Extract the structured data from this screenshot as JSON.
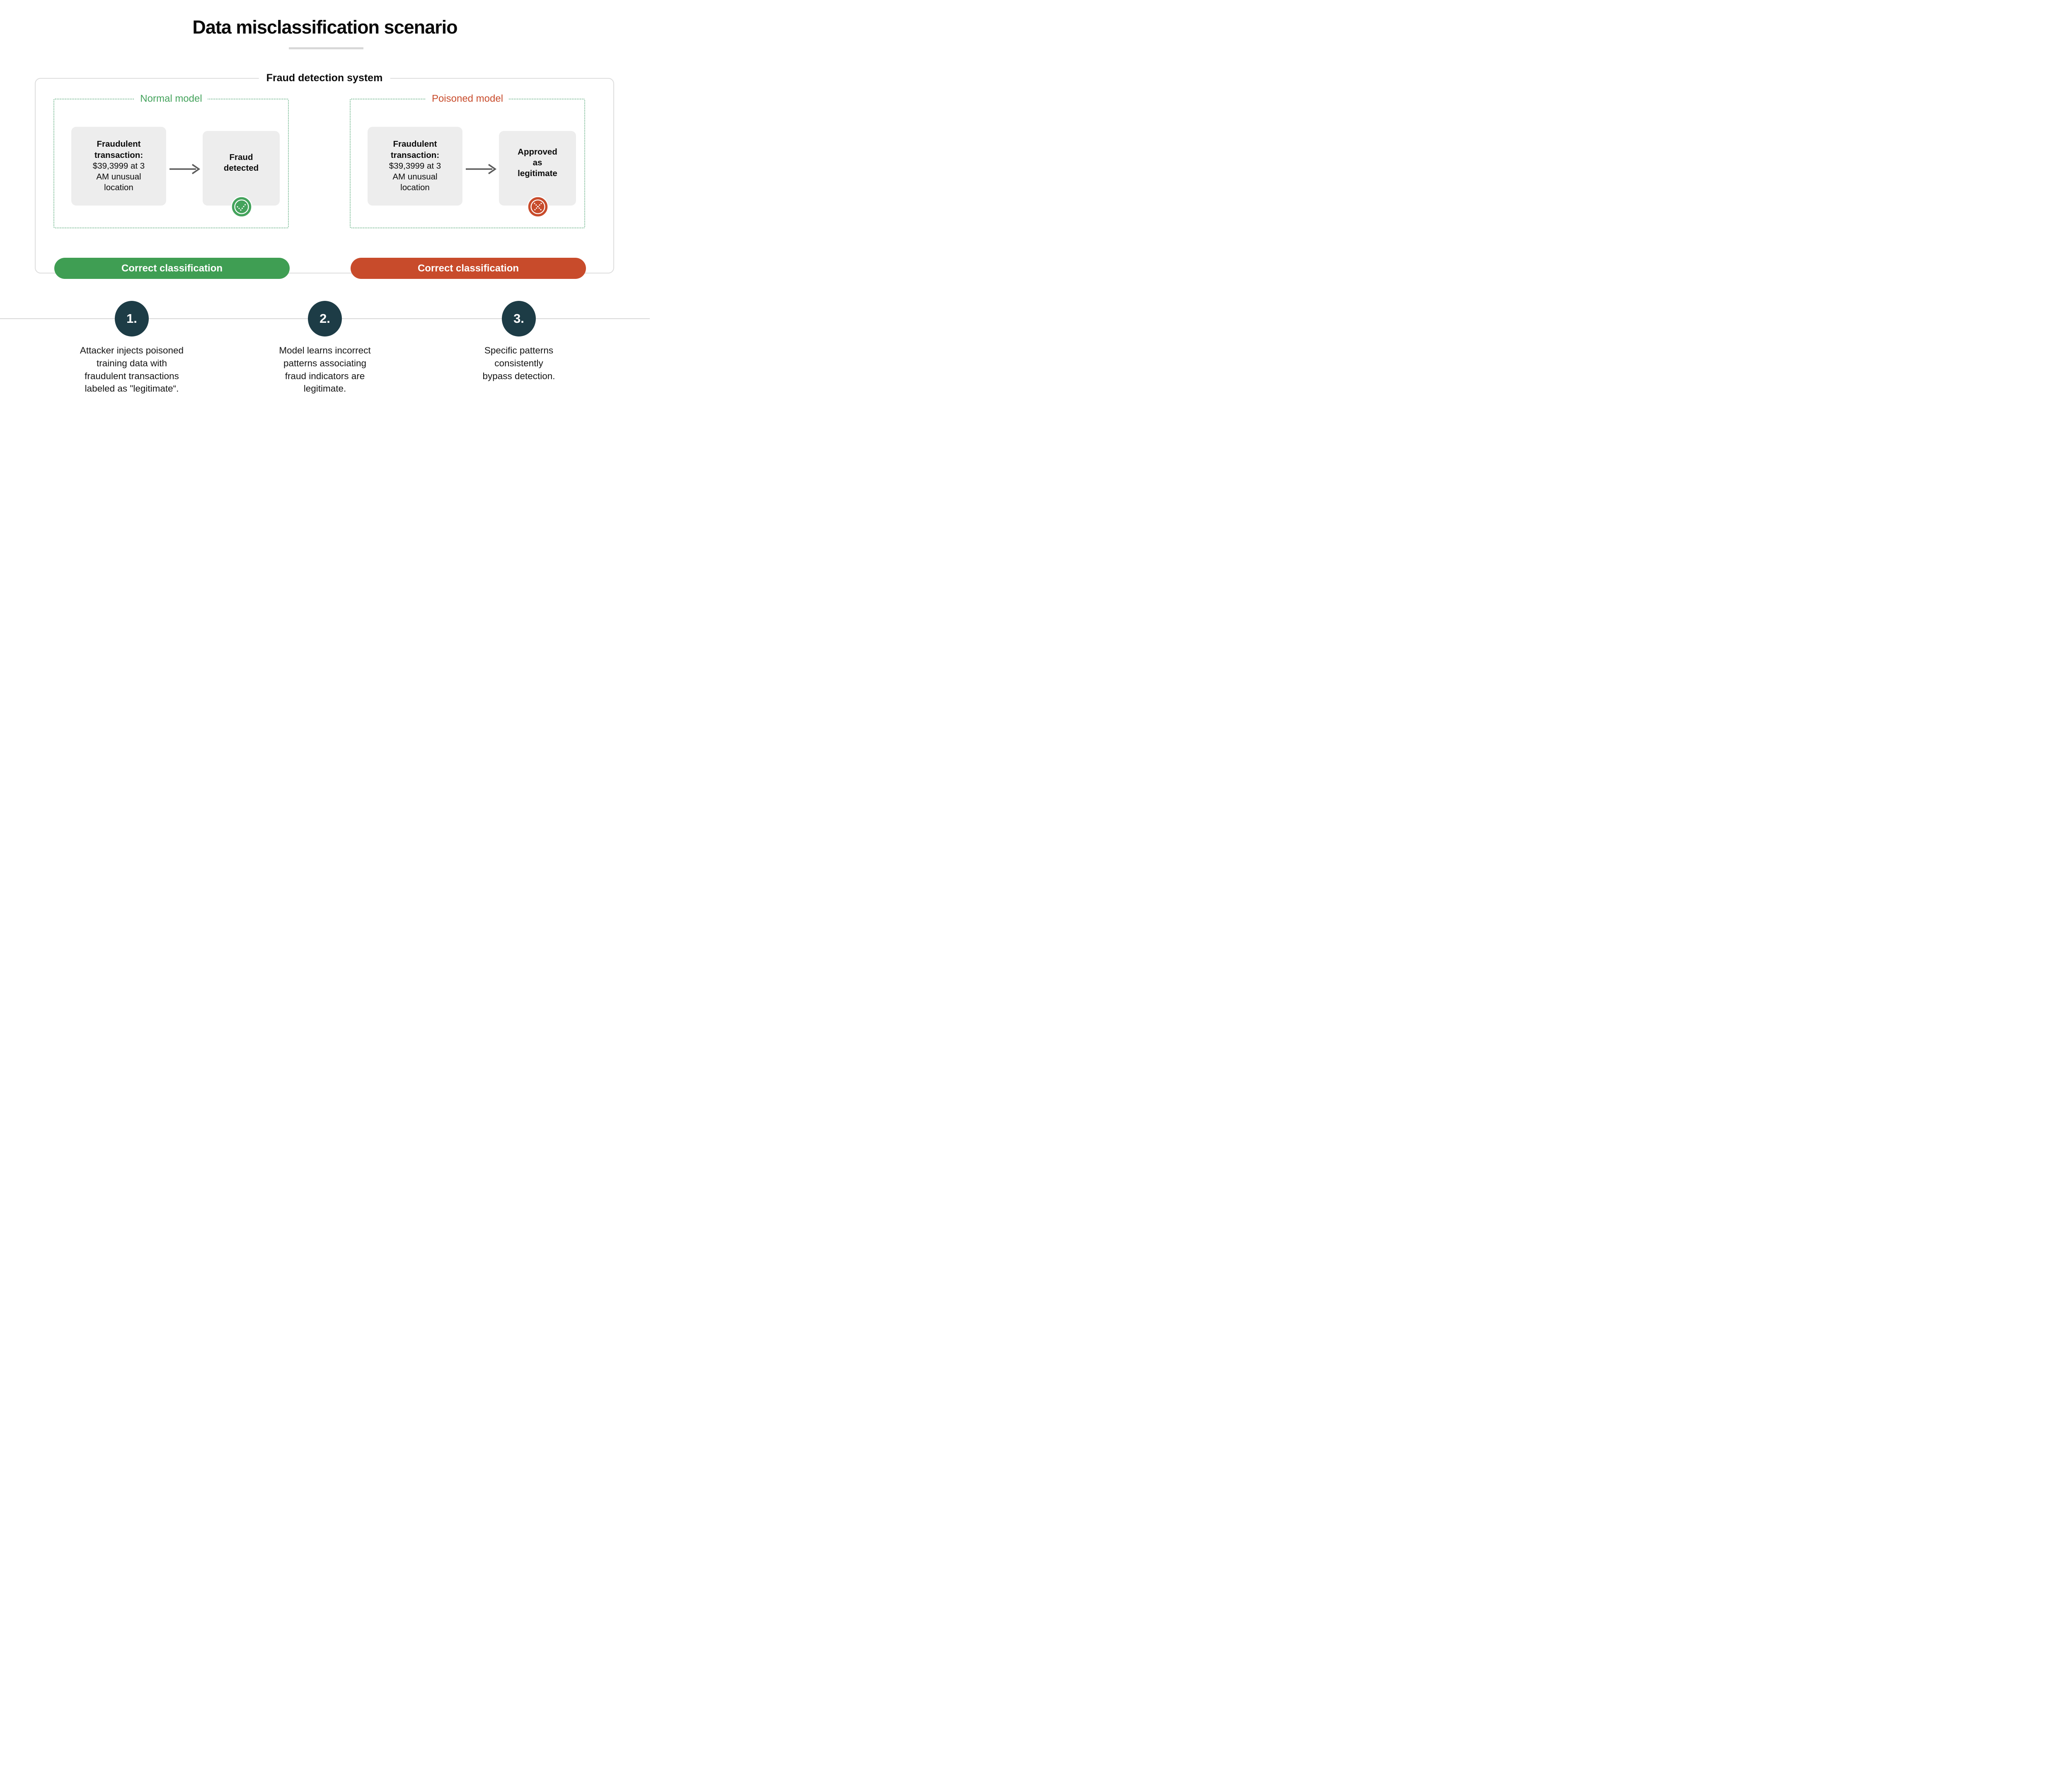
{
  "page": {
    "title": "Data misclassification scenario"
  },
  "system_box": {
    "label": "Fraud detection system"
  },
  "panels": [
    {
      "label": "Normal model",
      "input_title": "Fraudulent transaction:",
      "input_body": "$39,3999 at 3\nAM unusual\nlocation",
      "output_text": "Fraud\ndetected",
      "badge_icon": "check-circle",
      "result_label": "Correct classification"
    },
    {
      "label": "Poisoned model",
      "input_title": "Fraudulent transaction:",
      "input_body": "$39,3999 at 3\nAM unusual\nlocation",
      "output_text": "Approved\nas\nlegitimate",
      "badge_icon": "x-circle",
      "result_label": "Correct classification"
    }
  ],
  "steps": [
    {
      "number": "1.",
      "text": "Attacker injects poisoned\ntraining data with\nfraudulent transactions\nlabeled as \"legitimate“."
    },
    {
      "number": "2.",
      "text": "Model learns incorrect\npatterns associating\nfraud indicators are\nlegitimate."
    },
    {
      "number": "3.",
      "text": "Specific patterns\nconsistently\nbypass detection."
    }
  ],
  "colors": {
    "green_accent": "#44A35C",
    "green_button": "#3F9E53",
    "red_accent": "#C84B2B",
    "step_circle": "#1D3C46",
    "node_gray": "#EDEDED",
    "box_border_gray": "#DDDDDD",
    "dotted_border_green": "#6FB58C",
    "divider_gray": "#D8D8D8",
    "arrow_gray": "#5A5A5A"
  }
}
